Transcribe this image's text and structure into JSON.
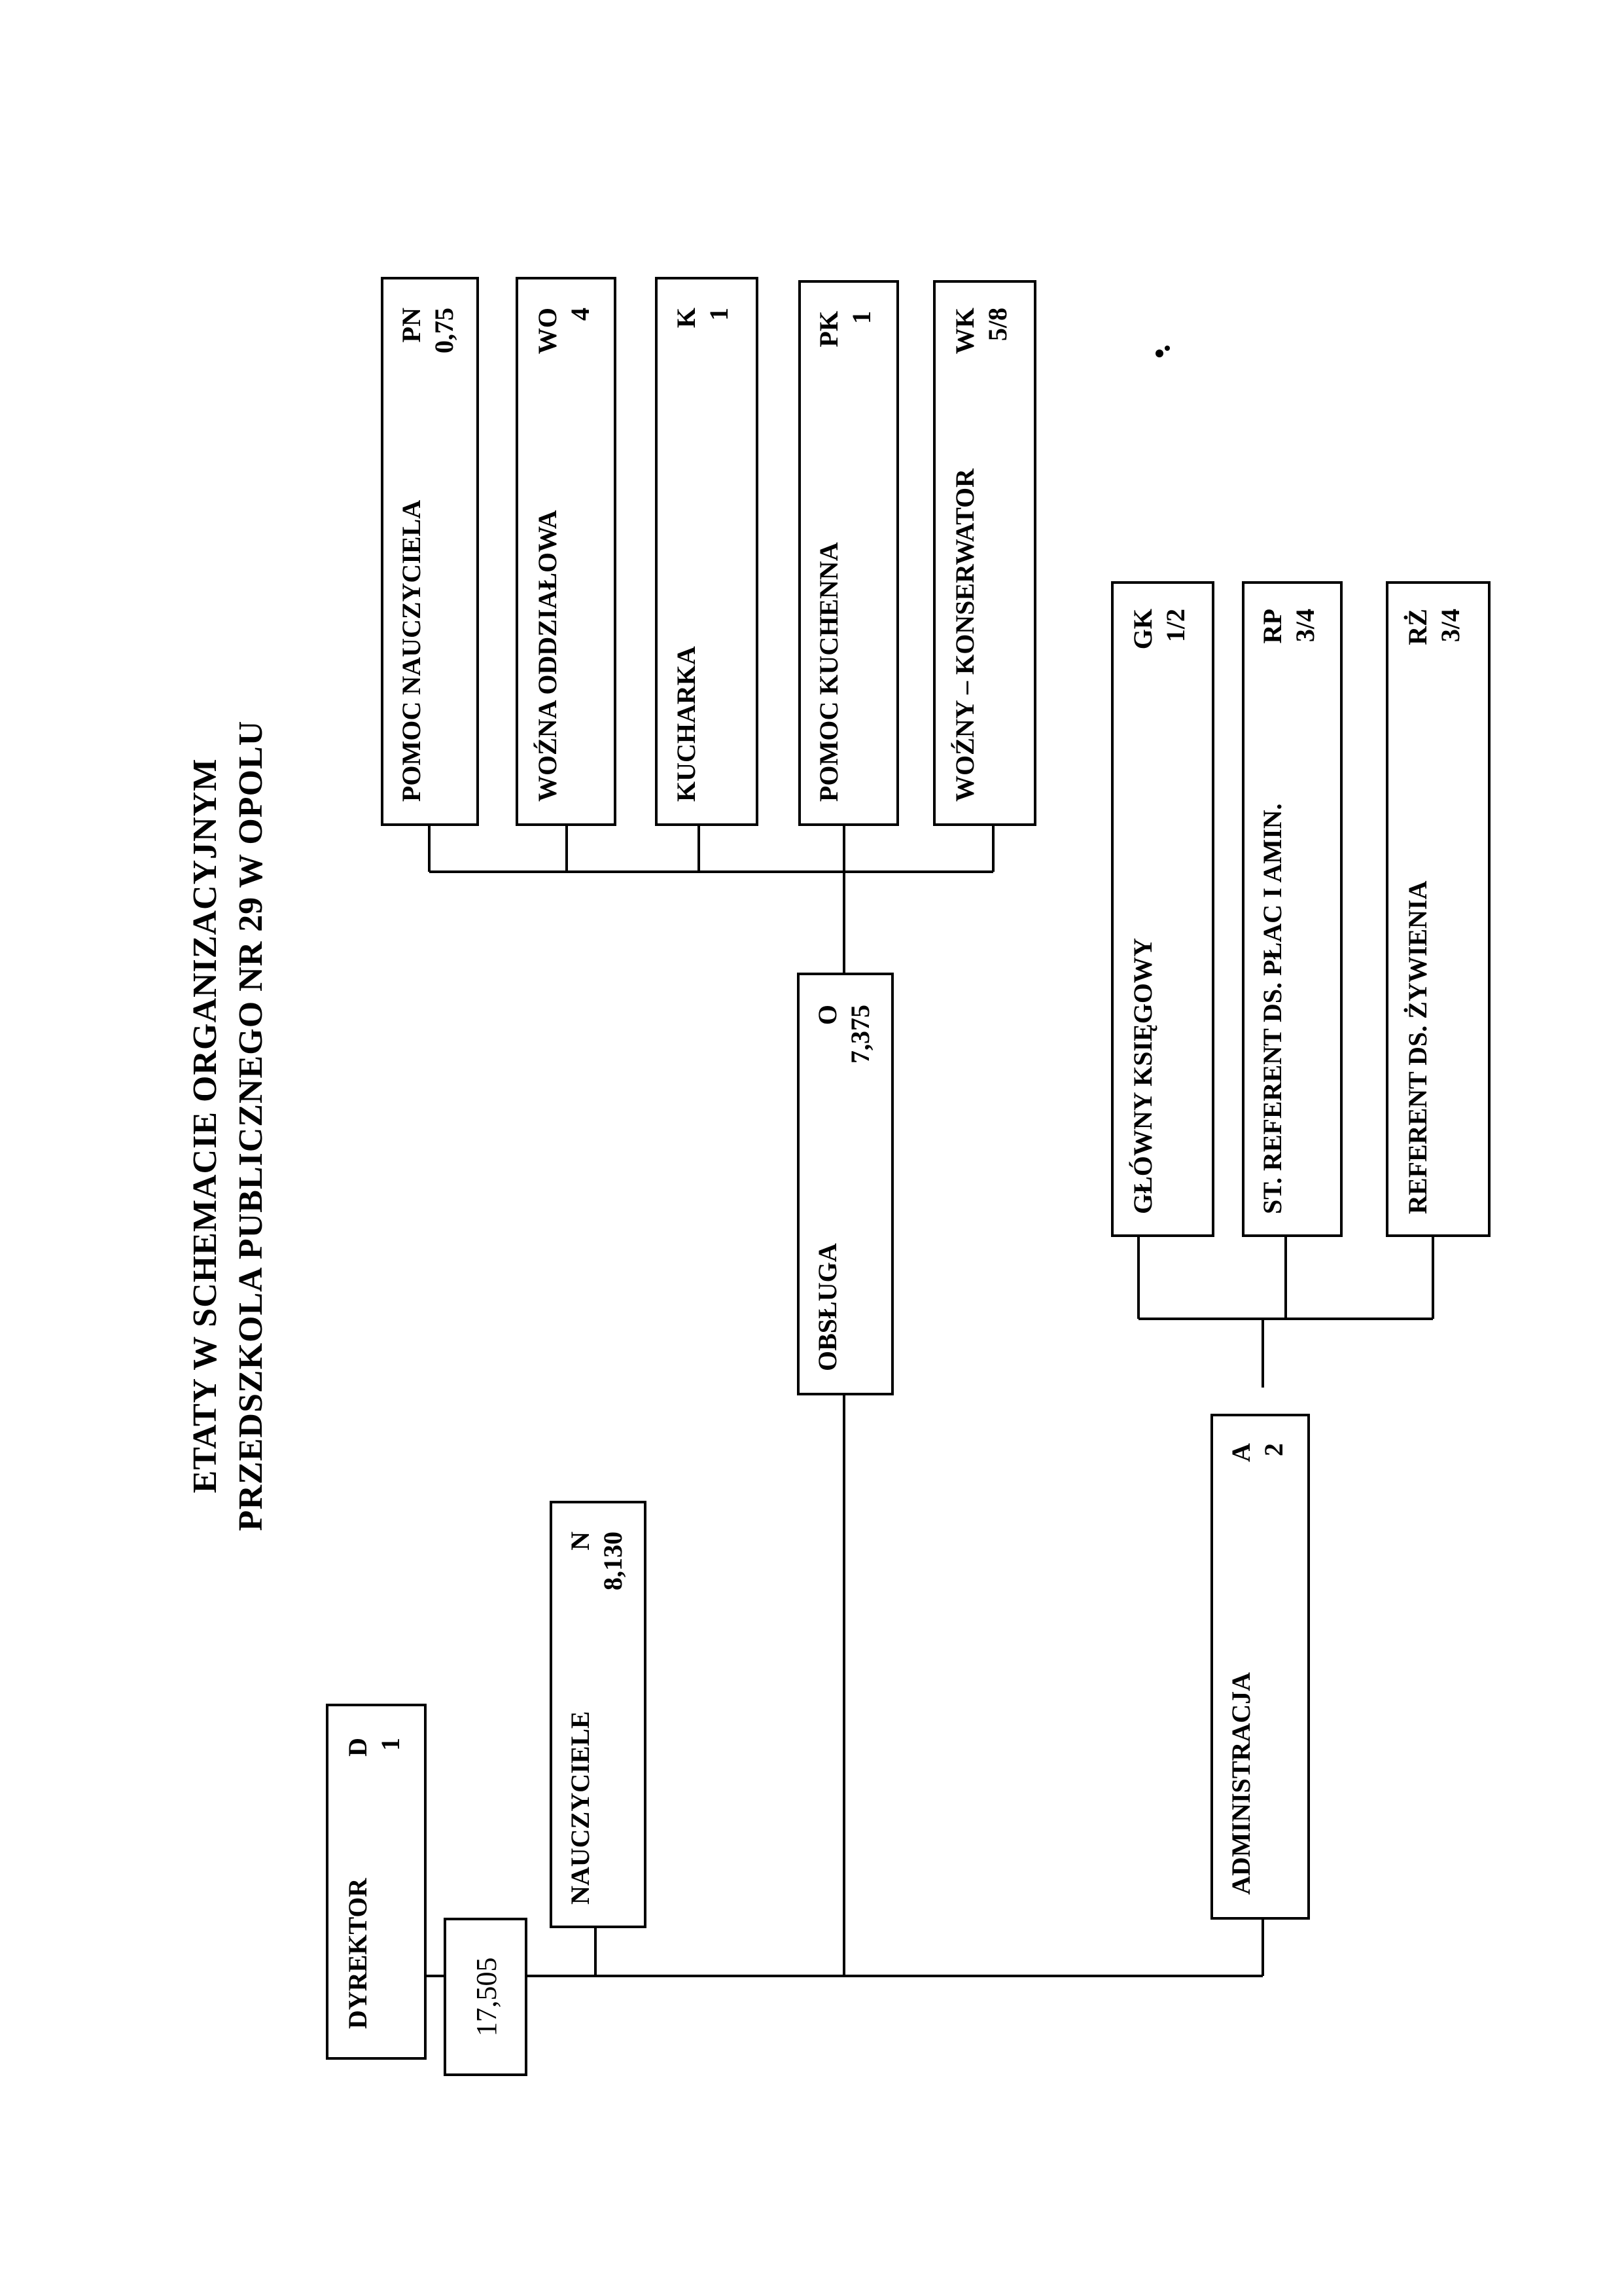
{
  "title": {
    "line1": "ETATY W SCHEMACIE ORGANIZACYJNYM",
    "line2": "PRZEDSZKOLA PUBLICZNEGO NR 29 W OPOLU"
  },
  "nodes": {
    "dyrektor": {
      "name": "DYREKTOR",
      "code": "D",
      "fte": "1"
    },
    "total": {
      "fte": "17,505"
    },
    "nauczyciele": {
      "name": "NAUCZYCIELE",
      "code": "N",
      "fte": "8,130"
    },
    "obsluga": {
      "name": "OBSŁUGA",
      "code": "O",
      "fte": "7,375"
    },
    "administracja": {
      "name": "ADMINISTRACJA",
      "code": "A",
      "fte": "2"
    },
    "pomoc_nauczyciela": {
      "name": "POMOC NAUCZYCIELA",
      "code": "PN",
      "fte": "0,75"
    },
    "wozna_oddzialowa": {
      "name": "WOŹNA ODDZIAŁOWA",
      "code": "WO",
      "fte": "4"
    },
    "kucharka": {
      "name": "KUCHARKA",
      "code": "K",
      "fte": "1"
    },
    "pomoc_kuchenna": {
      "name": "POMOC KUCHENNA",
      "code": "PK",
      "fte": "1"
    },
    "wozny_konserwator": {
      "name": "WOŹNY – KONSERWATOR",
      "code": "WK",
      "fte": "5/8"
    },
    "glowny_ksiegowy": {
      "name": "GŁÓWNY KSIĘGOWY",
      "code": "GK",
      "fte": "1/2"
    },
    "st_referent": {
      "name": "ST. REFERENT DS. PŁAC I AMIN.",
      "code": "RP",
      "fte": "3/4"
    },
    "referent_zywienia": {
      "name": "REFERENT DS. ŻYWIENIA",
      "code": "RŻ",
      "fte": "3/4"
    }
  }
}
